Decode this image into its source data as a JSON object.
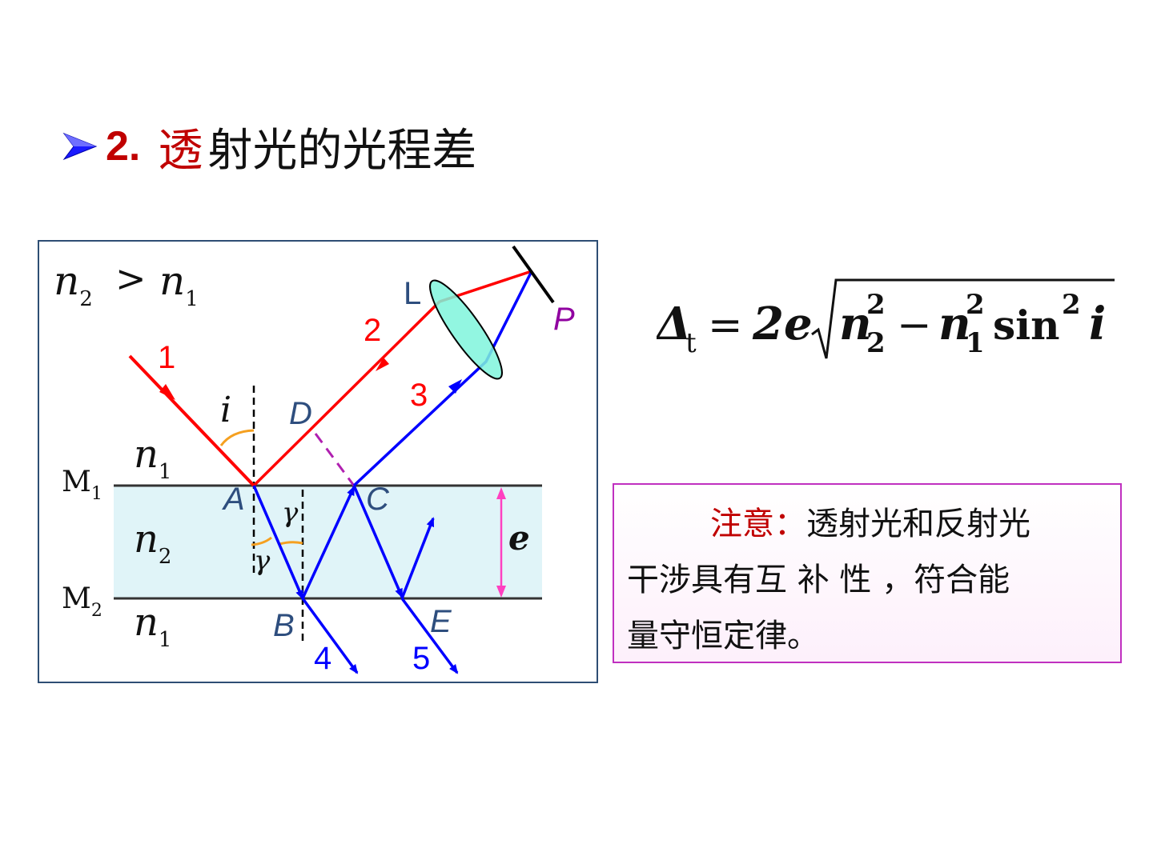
{
  "slide": {
    "title": {
      "bullet_icon": "arrowhead-bullet-icon",
      "number": "2.",
      "highlight": "透",
      "rest": "射光的光程差"
    },
    "colors": {
      "title_red": "#c00000",
      "bullet_blue": "#1a1aff",
      "ray_red": "#ff0000",
      "ray_blue": "#0000ff",
      "film_fill": "#e0f4f8",
      "lens_fill": "#7ff5dc",
      "dashed_magenta": "#b020b0",
      "thickness_pink": "#ff40c0",
      "label_navy": "#2e4e7e",
      "P_purple": "#9000a0",
      "angle_orange": "#f5a020",
      "frame": "#2e4e74",
      "note_border": "#c030c0"
    },
    "diagram": {
      "condition": {
        "n_a": "n",
        "sub_a": "2",
        "op": ">",
        "n_b": "n",
        "sub_b": "1"
      },
      "media": {
        "top": {
          "n": "n",
          "sub": "1"
        },
        "film": {
          "n": "n",
          "sub": "2"
        },
        "bottom": {
          "n": "n",
          "sub": "1"
        }
      },
      "surfaces": [
        {
          "name": "M",
          "sub": "1"
        },
        {
          "name": "M",
          "sub": "2"
        }
      ],
      "points": [
        "A",
        "B",
        "C",
        "D",
        "E",
        "L",
        "P"
      ],
      "rays": [
        "1",
        "2",
        "3",
        "4",
        "5"
      ],
      "angles": {
        "incidence": "i",
        "refraction": "γ"
      },
      "thickness": "e"
    },
    "formula": {
      "lhs": "Δ",
      "lhs_sub": "t",
      "eq": "=",
      "coef": "2e",
      "term1": "n",
      "term1_sub": "2",
      "term1_sup": "2",
      "minus": "−",
      "term2": "n",
      "term2_sub": "1",
      "term2_sup": "2",
      "func": "sin",
      "func_sup": "2",
      "arg": "i"
    },
    "note": {
      "label": "注意：",
      "line1": "透射光和反射光",
      "line2": "干涉具有互 补 性 ，符合能",
      "line3": "量守恒定律。"
    }
  }
}
